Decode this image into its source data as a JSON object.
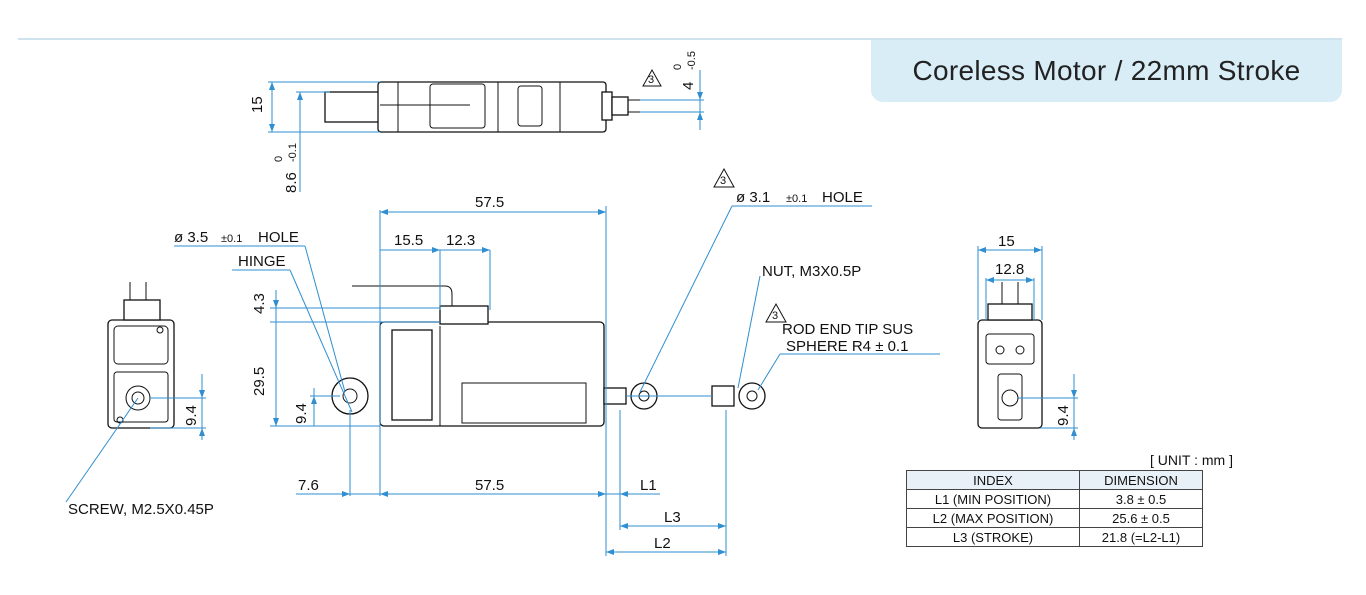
{
  "title": "Coreless Motor / 22mm Stroke",
  "unit_label": "[ UNIT : mm ]",
  "dims": {
    "top_15": "15",
    "top_86": "8.6",
    "top_86_tol_hi": "0",
    "top_86_tol_lo": "-0.1",
    "top_4": "4",
    "top_4_tol_hi": "0",
    "top_4_tol_lo": "-0.5",
    "rev_3": "3",
    "len_575": "57.5",
    "w_155": "15.5",
    "w_123": "12.3",
    "h_43": "4.3",
    "h_295": "29.5",
    "h_94": "9.4",
    "b_76": "7.6",
    "b_575": "57.5",
    "l1": "L1",
    "l2": "L2",
    "l3": "L3",
    "end_15": "15",
    "end_128": "12.8",
    "end_94": "9.4",
    "left_94": "9.4"
  },
  "callouts": {
    "hole_left_dia": "ø 3.5",
    "hole_left_tol": "±0.1",
    "hole_left_word": "HOLE",
    "hinge": "HINGE",
    "hole_right_dia": "ø 3.1",
    "hole_right_tol": "±0.1",
    "hole_right_word": "HOLE",
    "nut": "NUT, M3X0.5P",
    "rod_end": "ROD END TIP SUS",
    "sphere": "SPHERE R4   ± 0.1",
    "screw": "SCREW, M2.5X0.45P"
  },
  "table": {
    "headers": [
      "INDEX",
      "DIMENSION"
    ],
    "rows": [
      [
        "L1 (MIN POSITION)",
        "3.8 ± 0.5"
      ],
      [
        "L2 (MAX POSITION)",
        "25.6 ± 0.5"
      ],
      [
        "L3 (STROKE)",
        "21.8 (=L2-L1)"
      ]
    ]
  },
  "colors": {
    "dimension_line": "#2f8fd0",
    "title_bg": "#d9edf7",
    "outline": "#111111"
  }
}
